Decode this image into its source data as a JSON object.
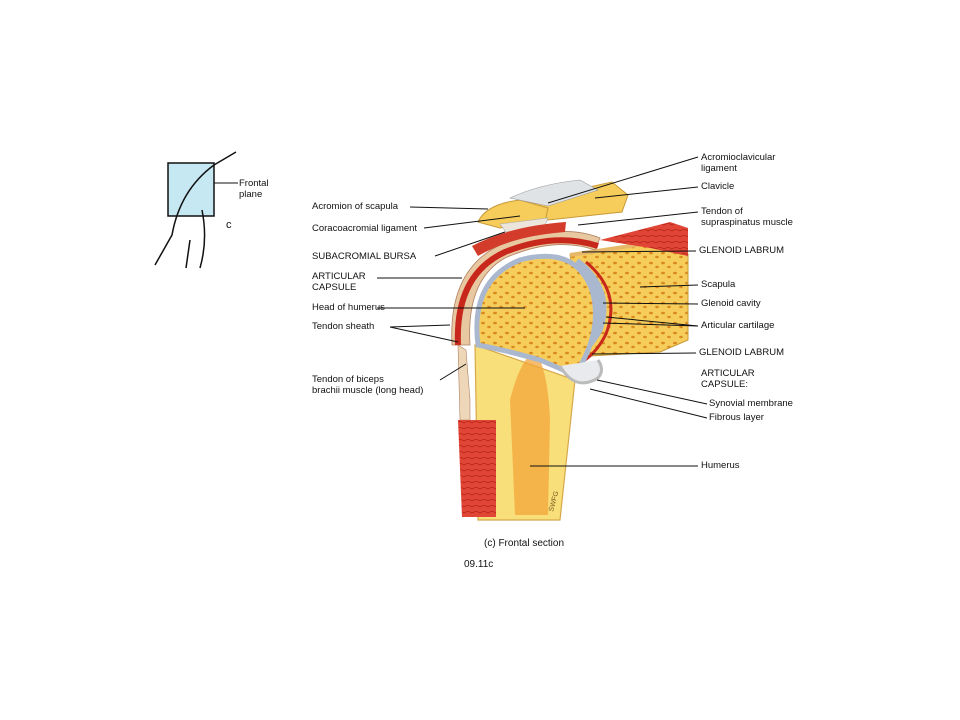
{
  "inset": {
    "frontal_plane_label": "Frontal\nplane",
    "view_letter": "c"
  },
  "labels_left": {
    "acromion": "Acromion of scapula",
    "coracoacromial": "Coracoacromial ligament",
    "subacromial_bursa": "SUBACROMIAL BURSA",
    "articular_capsule": "ARTICULAR\nCAPSULE",
    "head_of_humerus": "Head of humerus",
    "tendon_sheath": "Tendon sheath",
    "tendon_biceps": "Tendon of biceps\nbrachii muscle (long head)"
  },
  "labels_right": {
    "acromioclavicular": "Acromioclavicular\nligament",
    "clavicle": "Clavicle",
    "supraspinatus": "Tendon of\nsupraspinatus muscle",
    "glenoid_labrum_top": "GLENOID LABRUM",
    "scapula": "Scapula",
    "glenoid_cavity": "Glenoid cavity",
    "articular_cartilage": "Articular cartilage",
    "glenoid_labrum_bottom": "GLENOID LABRUM",
    "articular_capsule": "ARTICULAR\nCAPSULE:",
    "synovial_membrane": "Synovial membrane",
    "fibrous_layer": "Fibrous layer",
    "humerus": "Humerus"
  },
  "caption": "(c) Frontal section",
  "figure_id": "09.11c",
  "colors": {
    "bone_yellow": "#f4c040",
    "cartilage_blue": "#a9b8cf",
    "capsule_red": "#c8281c",
    "muscle_red": "#e04030",
    "inset_blue": "#c6e8f3"
  }
}
